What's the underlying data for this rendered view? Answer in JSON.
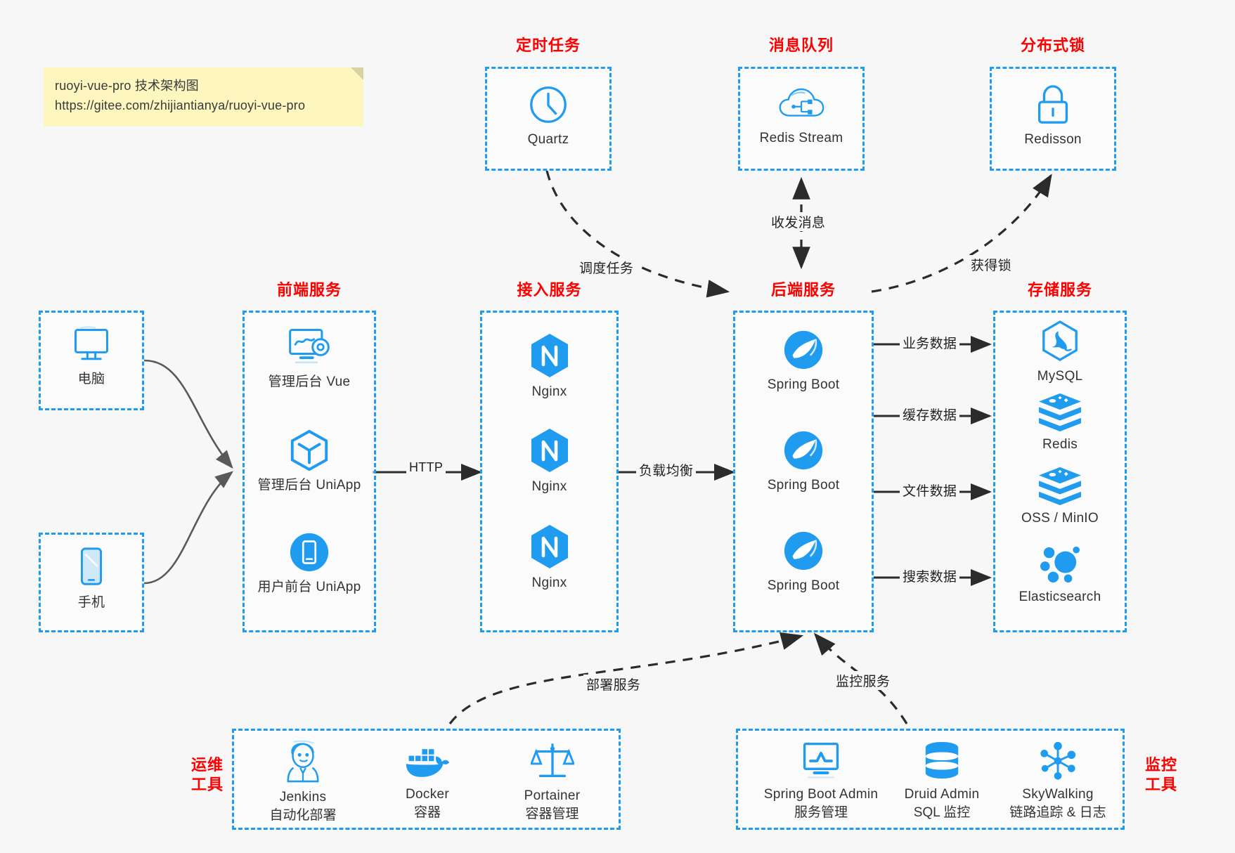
{
  "note": {
    "line1": "ruoyi-vue-pro 技术架构图",
    "line2": "https://gitee.com/zhijiantianya/ruoyi-vue-pro"
  },
  "groups": {
    "scheduled_task": "定时任务",
    "message_queue": "消息队列",
    "distributed_lock": "分布式锁",
    "frontend": "前端服务",
    "gateway": "接入服务",
    "backend": "后端服务",
    "storage": "存储服务",
    "ops_line1": "运维",
    "ops_line2": "工具",
    "monitor_line1": "监控",
    "monitor_line2": "工具"
  },
  "clients": [
    {
      "label": "电脑",
      "icon": "desktop-icon"
    },
    {
      "label": "手机",
      "icon": "mobile-icon"
    }
  ],
  "scheduled_task": [
    {
      "label": "Quartz",
      "icon": "clock-icon"
    }
  ],
  "message_queue": [
    {
      "label": "Redis Stream",
      "icon": "cloud-network-icon"
    }
  ],
  "distributed_lock": [
    {
      "label": "Redisson",
      "icon": "lock-icon"
    }
  ],
  "frontend": [
    {
      "label": "管理后台 Vue",
      "icon": "monitor-gear-icon"
    },
    {
      "label": "管理后台 UniApp",
      "icon": "cube-icon"
    },
    {
      "label": "用户前台 UniApp",
      "icon": "phone-circle-icon"
    }
  ],
  "gateway": [
    {
      "label": "Nginx",
      "icon": "nginx-icon"
    },
    {
      "label": "Nginx",
      "icon": "nginx-icon"
    },
    {
      "label": "Nginx",
      "icon": "nginx-icon"
    }
  ],
  "backend": [
    {
      "label": "Spring Boot",
      "icon": "spring-boot-icon"
    },
    {
      "label": "Spring Boot",
      "icon": "spring-boot-icon"
    },
    {
      "label": "Spring Boot",
      "icon": "spring-boot-icon"
    }
  ],
  "storage": [
    {
      "label": "MySQL",
      "icon": "mysql-icon"
    },
    {
      "label": "Redis",
      "icon": "redis-stack-icon"
    },
    {
      "label": "OSS / MinIO",
      "icon": "redis-stack-icon"
    },
    {
      "label": "Elasticsearch",
      "icon": "elasticsearch-icon"
    }
  ],
  "ops_tools": [
    {
      "label": "Jenkins",
      "sub": "自动化部署",
      "icon": "jenkins-butler-icon"
    },
    {
      "label": "Docker",
      "sub": "容器",
      "icon": "docker-whale-icon"
    },
    {
      "label": "Portainer",
      "sub": "容器管理",
      "icon": "scales-icon"
    }
  ],
  "monitor_tools": [
    {
      "label": "Spring Boot Admin",
      "sub": "服务管理",
      "icon": "monitor-chart-icon"
    },
    {
      "label": "Druid Admin",
      "sub": "SQL 监控",
      "icon": "database-icon"
    },
    {
      "label": "SkyWalking",
      "sub": "链路追踪 & 日志",
      "icon": "nodes-network-icon"
    }
  ],
  "edges": {
    "http": "HTTP",
    "load_balance": "负载均衡",
    "schedule_task": "调度任务",
    "send_receive_message": "收发消息",
    "acquire_lock": "获得锁",
    "business_data": "业务数据",
    "cache_data": "缓存数据",
    "file_data": "文件数据",
    "search_data": "搜索数据",
    "deploy_service": "部署服务",
    "monitor_service": "监控服务"
  },
  "colors": {
    "accent_blue": "#1f9bf0",
    "title_red": "#ff0000",
    "note_yellow": "#fdf7bf",
    "edge_gray": "#595959",
    "background": "#f7f7f7"
  }
}
